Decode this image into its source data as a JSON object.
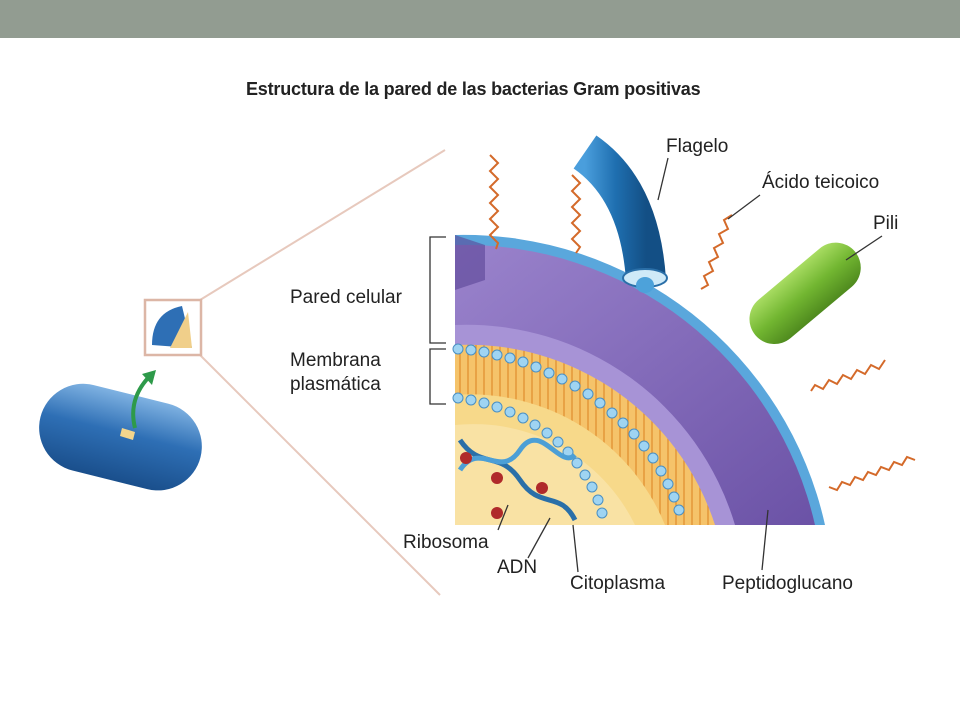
{
  "title": "Estructura de la pared de las bacterias Gram positivas",
  "labels": {
    "flagelo": "Flagelo",
    "acido_teicoico": "Ácido teicoico",
    "pili": "Pili",
    "pared_celular": "Pared celular",
    "membrana_1": "Membrana",
    "membrana_2": "plasmática",
    "ribosoma": "Ribosoma",
    "adn": "ADN",
    "citoplasma": "Citoplasma",
    "peptidoglucano": "Peptidoglucano"
  },
  "colors": {
    "header_bar": "#929c91",
    "wall_purple": "#7b62b0",
    "surface_blue": "#5aa7dc",
    "membrane_orange": "#f2b04c",
    "cytoplasm": "#f7d98a",
    "pili_green": "#7dc13a",
    "flagellum_blue": "#1f6fb0",
    "teichoic_acid": "#d46a2a",
    "ribosome_red": "#b02a2a",
    "arrow_green": "#2e9a4a"
  }
}
